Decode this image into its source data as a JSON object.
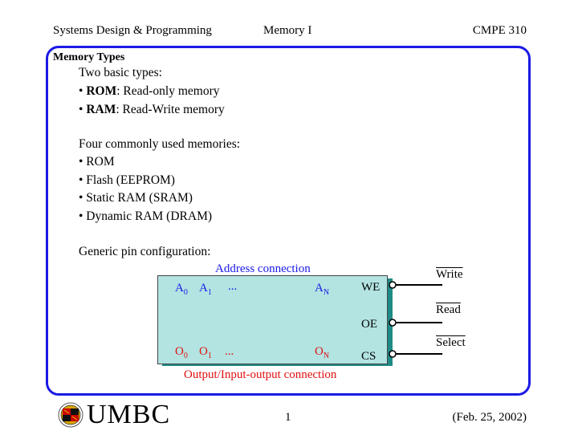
{
  "header": {
    "left": "Systems Design & Programming",
    "center": "Memory I",
    "right": "CMPE 310"
  },
  "slide": {
    "title": "Memory Types",
    "intro": "Two basic types:",
    "basic_types": [
      {
        "name": "ROM",
        "desc": ": Read-only memory"
      },
      {
        "name": "RAM",
        "desc": ": Read-Write memory"
      }
    ],
    "common_heading": "Four commonly used memories:",
    "common": [
      "• ROM",
      "• Flash (EEPROM)",
      "• Static RAM (SRAM)",
      "• Dynamic RAM (DRAM)"
    ],
    "pin_heading": "Generic pin configuration:"
  },
  "diagram": {
    "address_label": "Address connection",
    "io_label": "Output/Input-output connection",
    "addr_pins": {
      "a0": "A",
      "a0_sub": "0",
      "a1": "A",
      "a1_sub": "1",
      "dots": "...",
      "an": "A",
      "an_sub": "N"
    },
    "out_pins": {
      "o0": "O",
      "o0_sub": "0",
      "o1": "O",
      "o1_sub": "1",
      "dots": "...",
      "on": "O",
      "on_sub": "N"
    },
    "control_pins": [
      "WE",
      "OE",
      "CS"
    ],
    "signals": [
      "Write",
      "Read",
      "Select"
    ],
    "colors": {
      "address": "#1a1ae6",
      "io": "#e01010",
      "chip_fill": "#b3e4e2",
      "chip_shadow": "#1e8a86",
      "frame": "#1a1ae6"
    }
  },
  "footer": {
    "logo_text": "UMBC",
    "page": "1",
    "date": "(Feb. 25, 2002)"
  }
}
